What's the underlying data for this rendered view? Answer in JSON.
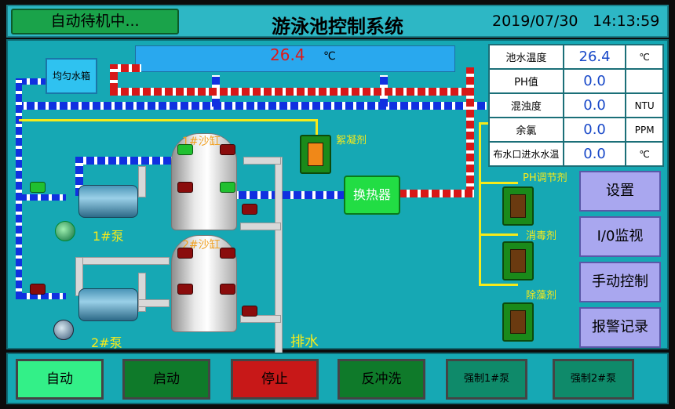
{
  "header": {
    "status": "自动待机中...",
    "title": "游泳池控制系统",
    "date": "2019/07/30",
    "time": "14:13:59"
  },
  "pool": {
    "temp": "26.4",
    "unit": "℃"
  },
  "tank": {
    "label": "均匀水箱"
  },
  "filters": [
    {
      "label": "1#沙缸"
    },
    {
      "label": "2#沙缸"
    }
  ],
  "pumps": [
    {
      "label": "1#泵"
    },
    {
      "label": "2#泵"
    }
  ],
  "heat_exchanger": {
    "label": "换热器"
  },
  "dosing": [
    {
      "label": "絮凝剂"
    },
    {
      "label": "PH调节剂"
    },
    {
      "label": "消毒剂"
    },
    {
      "label": "除藻剂"
    }
  ],
  "drain": {
    "label": "排水"
  },
  "readings": [
    {
      "label": "池水温度",
      "value": "26.4",
      "unit": "℃"
    },
    {
      "label": "PH值",
      "value": "0.0",
      "unit": ""
    },
    {
      "label": "混浊度",
      "value": "0.0",
      "unit": "NTU"
    },
    {
      "label": "余氯",
      "value": "0.0",
      "unit": "PPM"
    },
    {
      "label": "布水口进水水温",
      "value": "0.0",
      "unit": "℃"
    }
  ],
  "side_buttons": [
    {
      "label": "设置"
    },
    {
      "label": "I/0监视"
    },
    {
      "label": "手动控制"
    },
    {
      "label": "报警记录"
    }
  ],
  "footer_buttons": [
    {
      "label": "自动",
      "color": "#33f088"
    },
    {
      "label": "启动",
      "color": "#0f7a2a"
    },
    {
      "label": "停止",
      "color": "#c81818"
    },
    {
      "label": "反冲洗",
      "color": "#0f7a2a"
    },
    {
      "label": "强制1#泵",
      "color": "#0f8a6a"
    },
    {
      "label": "强制2#泵",
      "color": "#0f8a6a"
    }
  ]
}
